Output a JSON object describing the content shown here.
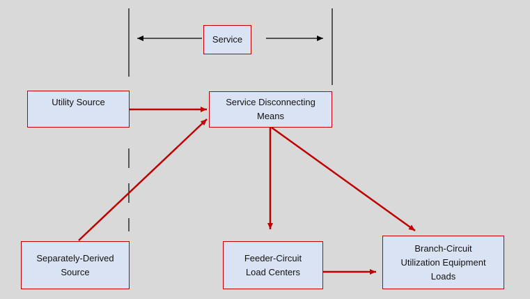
{
  "diagram": {
    "nodes": {
      "service": "Service",
      "utility_source": "Utility Source",
      "service_disconnecting": "Service Disconnecting\nMeans",
      "separately_derived": "Separately-Derived\nSource",
      "feeder_circuit": "Feeder-Circuit\nLoad Centers",
      "branch_circuit": "Branch-Circuit\nUtilization Equipment\nLoads"
    },
    "colors": {
      "background": "#d9d9d9",
      "box_fill": "#dae3f3",
      "box_border": "#c00000",
      "arrow": "#c00000",
      "boundary": "#000000"
    },
    "edges": [
      {
        "from": "utility_source",
        "to": "service_disconnecting"
      },
      {
        "from": "separately_derived",
        "to": "service_disconnecting"
      },
      {
        "from": "service_disconnecting",
        "to": "feeder_circuit"
      },
      {
        "from": "service_disconnecting",
        "to": "branch_circuit"
      },
      {
        "from": "feeder_circuit",
        "to": "branch_circuit"
      }
    ]
  }
}
